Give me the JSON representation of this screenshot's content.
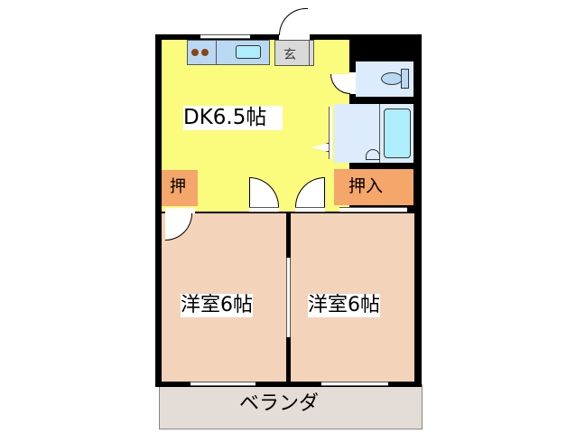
{
  "floorplan": {
    "rooms": {
      "dk": {
        "label": "DK6.5帖",
        "color": "#fbfb7d"
      },
      "closet_left": {
        "label": "押",
        "color": "#f4a66b"
      },
      "closet_right": {
        "label": "押入",
        "color": "#f4a66b"
      },
      "western_left": {
        "label": "洋室6帖",
        "color": "#f3d3b9"
      },
      "western_right": {
        "label": "洋室6帖",
        "color": "#f3d3b9"
      },
      "veranda": {
        "label": "ベランダ",
        "color": "#e4dcd6"
      },
      "toilet": {
        "color": "#dcecfc"
      },
      "bath": {
        "color": "#dcecfc"
      }
    },
    "fixtures": {
      "entrance": {
        "label": "玄"
      }
    },
    "colors": {
      "wall": "#000000",
      "kitchen": "#b8d8f4",
      "tub": "#aeeefc",
      "entrance": "#d9d9d9"
    }
  }
}
